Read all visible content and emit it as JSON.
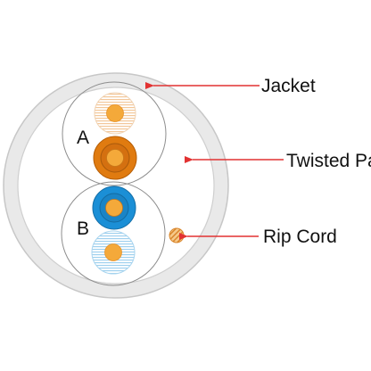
{
  "labels": {
    "jacket": "Jacket",
    "twisted_pair": "Twisted Pair",
    "rip_cord": "Rip Cord",
    "pair_a": "A",
    "pair_b": "B"
  },
  "colors": {
    "jacket_fill": "#ececec",
    "jacket_stroke": "#c9c9c9",
    "core": "#f4a93a",
    "orange": "#e07b10",
    "orange_dark": "#b65e06",
    "orange_white_stripe": "#f3c79a",
    "blue": "#1b8fd6",
    "blue_white_stripe": "#9fd0ee",
    "arrow": "#e23232",
    "rip_cord": "#e8a04a"
  }
}
